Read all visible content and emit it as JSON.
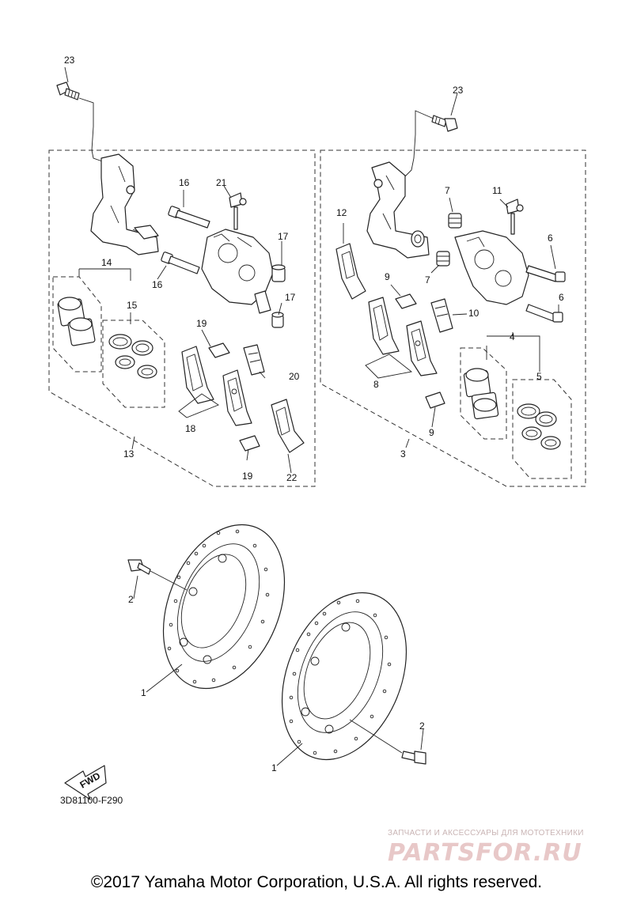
{
  "labels": {
    "p1a": "1",
    "p1b": "1",
    "p2a": "2",
    "p2b": "2",
    "p3": "3",
    "p4": "4",
    "p5": "5",
    "p6a": "6",
    "p6b": "6",
    "p7a": "7",
    "p7b": "7",
    "p8": "8",
    "p9a": "9",
    "p9b": "9",
    "p10": "10",
    "p11": "11",
    "p12": "12",
    "p13": "13",
    "p14": "14",
    "p15": "15",
    "p16a": "16",
    "p16b": "16",
    "p17a": "17",
    "p17b": "17",
    "p18": "18",
    "p19a": "19",
    "p19b": "19",
    "p20": "20",
    "p21": "21",
    "p22": "22",
    "p23a": "23",
    "p23b": "23"
  },
  "fwd_label": "FWD",
  "diagram_code": "3D81100-F290",
  "watermark": {
    "tagline": "ЗАПЧАСТИ И АКСЕССУАРЫ ДЛЯ МОТОТЕХНИКИ",
    "brand": "PARTSFOR.RU"
  },
  "copyright": "©2017 Yamaha Motor Corporation, U.S.A. All rights reserved."
}
